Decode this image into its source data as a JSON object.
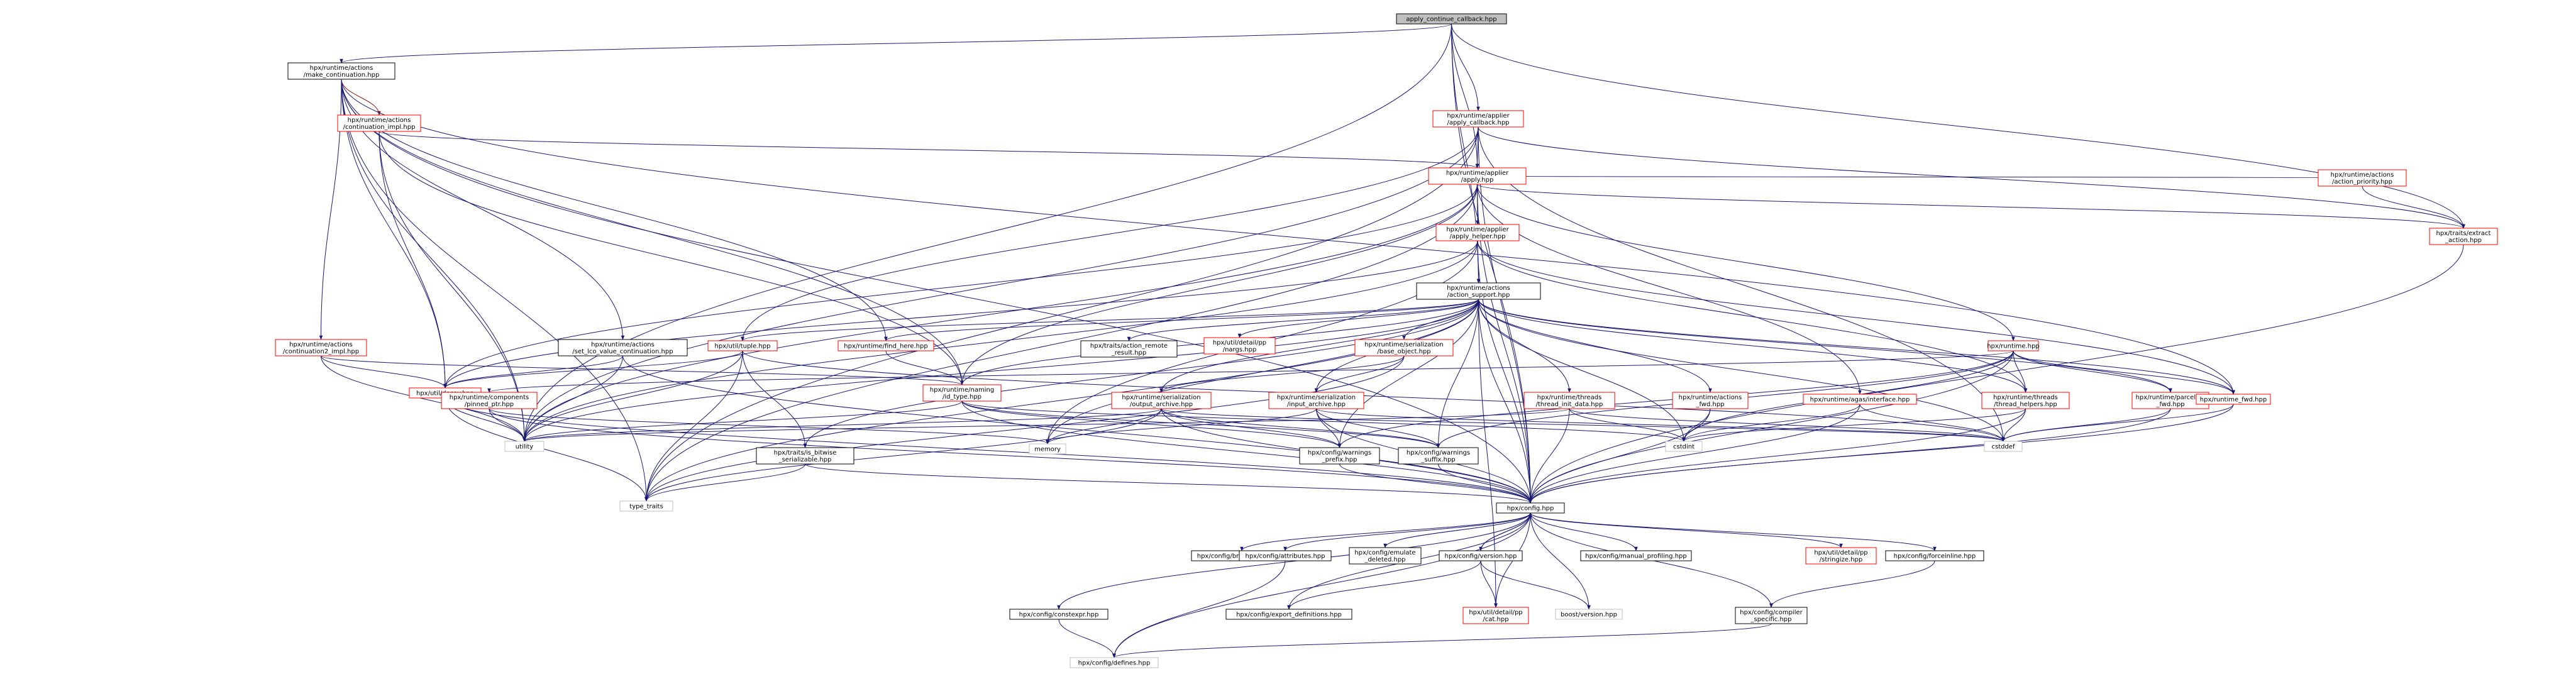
{
  "graph": {
    "root": "apply_continue_callback.hpp",
    "nodes": [
      {
        "id": "root",
        "lines": [
          "apply_continue_callback.hpp"
        ],
        "style": "root"
      },
      {
        "id": "make_cont",
        "lines": [
          "hpx/runtime/actions",
          "/make_continuation.hpp"
        ],
        "style": "normal"
      },
      {
        "id": "apply_cb",
        "lines": [
          "hpx/runtime/applier",
          "/apply_callback.hpp"
        ],
        "style": "red"
      },
      {
        "id": "cont_impl",
        "lines": [
          "hpx/runtime/actions",
          "/continuation_impl.hpp"
        ],
        "style": "red"
      },
      {
        "id": "apply",
        "lines": [
          "hpx/runtime/applier",
          "/apply.hpp"
        ],
        "style": "red"
      },
      {
        "id": "apply_helper",
        "lines": [
          "hpx/runtime/applier",
          "/apply_helper.hpp"
        ],
        "style": "red"
      },
      {
        "id": "action_priority",
        "lines": [
          "hpx/runtime/actions",
          "/action_priority.hpp"
        ],
        "style": "red"
      },
      {
        "id": "extract_action",
        "lines": [
          "hpx/traits/extract",
          "_action.hpp"
        ],
        "style": "red"
      },
      {
        "id": "action_support",
        "lines": [
          "hpx/runtime/actions",
          "/action_support.hpp"
        ],
        "style": "normal"
      },
      {
        "id": "cont2_impl",
        "lines": [
          "hpx/runtime/actions",
          "/continuation2_impl.hpp"
        ],
        "style": "red"
      },
      {
        "id": "set_lco",
        "lines": [
          "hpx/runtime/actions",
          "/set_lco_value_continuation.hpp"
        ],
        "style": "normal"
      },
      {
        "id": "tuple",
        "lines": [
          "hpx/util/tuple.hpp"
        ],
        "style": "red"
      },
      {
        "id": "find_here",
        "lines": [
          "hpx/runtime/find_here.hpp"
        ],
        "style": "red"
      },
      {
        "id": "action_remote",
        "lines": [
          "hpx/traits/action_remote",
          "_result.hpp"
        ],
        "style": "normal"
      },
      {
        "id": "nargs",
        "lines": [
          "hpx/util/detail/pp",
          "/nargs.hpp"
        ],
        "style": "red"
      },
      {
        "id": "base_object",
        "lines": [
          "hpx/runtime/serialization",
          "/base_object.hpp"
        ],
        "style": "red"
      },
      {
        "id": "runtime",
        "lines": [
          "hpx/runtime.hpp"
        ],
        "style": "red"
      },
      {
        "id": "decay",
        "lines": [
          "hpx/util/decay.hpp"
        ],
        "style": "red"
      },
      {
        "id": "pinned_ptr",
        "lines": [
          "hpx/runtime/components",
          "/pinned_ptr.hpp"
        ],
        "style": "red"
      },
      {
        "id": "id_type",
        "lines": [
          "hpx/runtime/naming",
          "/id_type.hpp"
        ],
        "style": "red"
      },
      {
        "id": "output_archive",
        "lines": [
          "hpx/runtime/serialization",
          "/output_archive.hpp"
        ],
        "style": "red"
      },
      {
        "id": "input_archive",
        "lines": [
          "hpx/runtime/serialization",
          "/input_archive.hpp"
        ],
        "style": "red"
      },
      {
        "id": "thread_init",
        "lines": [
          "hpx/runtime/threads",
          "/thread_init_data.hpp"
        ],
        "style": "red"
      },
      {
        "id": "actions_fwd",
        "lines": [
          "hpx/runtime/actions",
          "_fwd.hpp"
        ],
        "style": "red"
      },
      {
        "id": "agas_iface",
        "lines": [
          "hpx/runtime/agas/interface.hpp"
        ],
        "style": "red"
      },
      {
        "id": "thread_helpers",
        "lines": [
          "hpx/runtime/threads",
          "/thread_helpers.hpp"
        ],
        "style": "red"
      },
      {
        "id": "parcelset_fwd",
        "lines": [
          "hpx/runtime/parcelset",
          "_fwd.hpp"
        ],
        "style": "red"
      },
      {
        "id": "runtime_fwd",
        "lines": [
          "hpx/runtime_fwd.hpp"
        ],
        "style": "red"
      },
      {
        "id": "utility",
        "lines": [
          "utility"
        ],
        "style": "gray"
      },
      {
        "id": "is_bitwise",
        "lines": [
          "hpx/traits/is_bitwise",
          "_serializable.hpp"
        ],
        "style": "normal"
      },
      {
        "id": "memory",
        "lines": [
          "memory"
        ],
        "style": "gray"
      },
      {
        "id": "warn_prefix",
        "lines": [
          "hpx/config/warnings",
          "_prefix.hpp"
        ],
        "style": "normal"
      },
      {
        "id": "warn_suffix",
        "lines": [
          "hpx/config/warnings",
          "_suffix.hpp"
        ],
        "style": "normal"
      },
      {
        "id": "cstdint",
        "lines": [
          "cstdint"
        ],
        "style": "gray"
      },
      {
        "id": "cstddef",
        "lines": [
          "cstddef"
        ],
        "style": "gray"
      },
      {
        "id": "type_traits",
        "lines": [
          "type_traits"
        ],
        "style": "gray"
      },
      {
        "id": "config",
        "lines": [
          "hpx/config.hpp"
        ],
        "style": "normal"
      },
      {
        "id": "branch_hints",
        "lines": [
          "hpx/config/branch_hints.hpp"
        ],
        "style": "normal"
      },
      {
        "id": "attributes",
        "lines": [
          "hpx/config/attributes.hpp"
        ],
        "style": "normal"
      },
      {
        "id": "emulate_deleted",
        "lines": [
          "hpx/config/emulate",
          "_deleted.hpp"
        ],
        "style": "normal"
      },
      {
        "id": "version",
        "lines": [
          "hpx/config/version.hpp"
        ],
        "style": "normal"
      },
      {
        "id": "manual_profiling",
        "lines": [
          "hpx/config/manual_profiling.hpp"
        ],
        "style": "normal"
      },
      {
        "id": "stringize",
        "lines": [
          "hpx/util/detail/pp",
          "/stringize.hpp"
        ],
        "style": "red"
      },
      {
        "id": "forceinline",
        "lines": [
          "hpx/config/forceinline.hpp"
        ],
        "style": "normal"
      },
      {
        "id": "constexpr",
        "lines": [
          "hpx/config/constexpr.hpp"
        ],
        "style": "normal"
      },
      {
        "id": "export_defs",
        "lines": [
          "hpx/config/export_definitions.hpp"
        ],
        "style": "normal"
      },
      {
        "id": "cat",
        "lines": [
          "hpx/util/detail/pp",
          "/cat.hpp"
        ],
        "style": "red"
      },
      {
        "id": "boost_version",
        "lines": [
          "boost/version.hpp"
        ],
        "style": "gray"
      },
      {
        "id": "compiler_specific",
        "lines": [
          "hpx/config/compiler",
          "_specific.hpp"
        ],
        "style": "normal"
      },
      {
        "id": "defines",
        "lines": [
          "hpx/config/defines.hpp"
        ],
        "style": "gray"
      }
    ]
  },
  "colors": {
    "root_fill": "#bfbfbf",
    "node_fill": "#ffffff",
    "node_border": "#000000",
    "red_border": "#ff0000",
    "gray_border": "#bfbfbf",
    "edge": "#191970",
    "edge_alt": "#8b1a1a"
  }
}
